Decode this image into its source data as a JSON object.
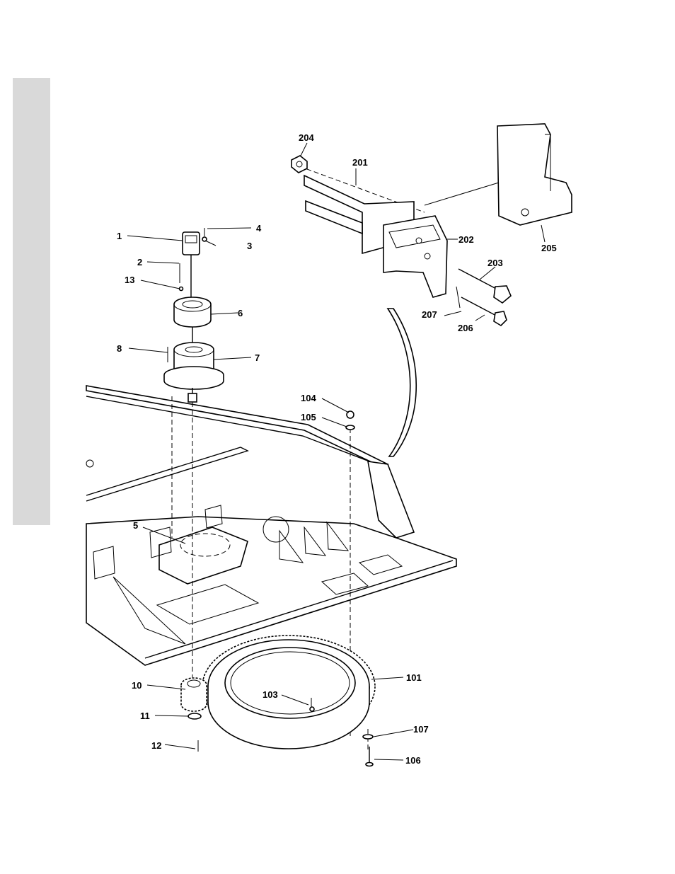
{
  "callouts": [
    {
      "id": "c1",
      "text": "1"
    },
    {
      "id": "c2",
      "text": "2"
    },
    {
      "id": "c3",
      "text": "3"
    },
    {
      "id": "c4",
      "text": "4"
    },
    {
      "id": "c5",
      "text": "5"
    },
    {
      "id": "c6",
      "text": "6"
    },
    {
      "id": "c7",
      "text": "7"
    },
    {
      "id": "c8",
      "text": "8"
    },
    {
      "id": "c10",
      "text": "10"
    },
    {
      "id": "c11",
      "text": "11"
    },
    {
      "id": "c12",
      "text": "12"
    },
    {
      "id": "c13",
      "text": "13"
    },
    {
      "id": "c101",
      "text": "101"
    },
    {
      "id": "c103",
      "text": "103"
    },
    {
      "id": "c104",
      "text": "104"
    },
    {
      "id": "c105",
      "text": "105"
    },
    {
      "id": "c106",
      "text": "106"
    },
    {
      "id": "c107",
      "text": "107"
    },
    {
      "id": "c201",
      "text": "201"
    },
    {
      "id": "c202",
      "text": "202"
    },
    {
      "id": "c203",
      "text": "203"
    },
    {
      "id": "c204",
      "text": "204"
    },
    {
      "id": "c205",
      "text": "205"
    },
    {
      "id": "c206",
      "text": "206"
    },
    {
      "id": "c207",
      "text": "207"
    }
  ],
  "colors": {
    "side_tab": "#d9d9d9",
    "line": "#000000",
    "background": "#ffffff"
  }
}
